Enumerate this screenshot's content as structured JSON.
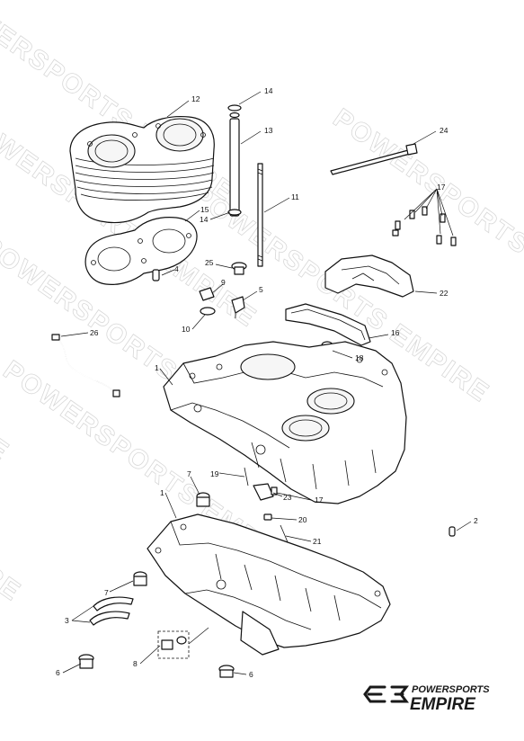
{
  "watermark": {
    "text": "POWERSPORTS EMPIRE"
  },
  "logo": {
    "top_text": "POWERSPORTS",
    "bottom_text": "EMPIRE",
    "icon": "powersports-empire-emblem-icon"
  },
  "callouts": [
    {
      "id": "c12",
      "text": "12"
    },
    {
      "id": "c14a",
      "text": "14"
    },
    {
      "id": "c13",
      "text": "13"
    },
    {
      "id": "c24",
      "text": "24"
    },
    {
      "id": "c17a",
      "text": "17"
    },
    {
      "id": "c11",
      "text": "11"
    },
    {
      "id": "c15",
      "text": "15"
    },
    {
      "id": "c14b",
      "text": "14"
    },
    {
      "id": "c4",
      "text": "4"
    },
    {
      "id": "c25",
      "text": "25"
    },
    {
      "id": "c9",
      "text": "9"
    },
    {
      "id": "c5",
      "text": "5"
    },
    {
      "id": "c22",
      "text": "22"
    },
    {
      "id": "c10",
      "text": "10"
    },
    {
      "id": "c16",
      "text": "16"
    },
    {
      "id": "c26",
      "text": "26"
    },
    {
      "id": "c18",
      "text": "18"
    },
    {
      "id": "c1a",
      "text": "1"
    },
    {
      "id": "c7a",
      "text": "7"
    },
    {
      "id": "c19",
      "text": "19"
    },
    {
      "id": "c23",
      "text": "23"
    },
    {
      "id": "c17b",
      "text": "17"
    },
    {
      "id": "c1b",
      "text": "1"
    },
    {
      "id": "c20",
      "text": "20"
    },
    {
      "id": "c2",
      "text": "2"
    },
    {
      "id": "c21",
      "text": "21"
    },
    {
      "id": "c7b",
      "text": "7"
    },
    {
      "id": "c3",
      "text": "3"
    },
    {
      "id": "c8",
      "text": "8"
    },
    {
      "id": "c6a",
      "text": "6"
    },
    {
      "id": "c6b",
      "text": "6"
    }
  ]
}
